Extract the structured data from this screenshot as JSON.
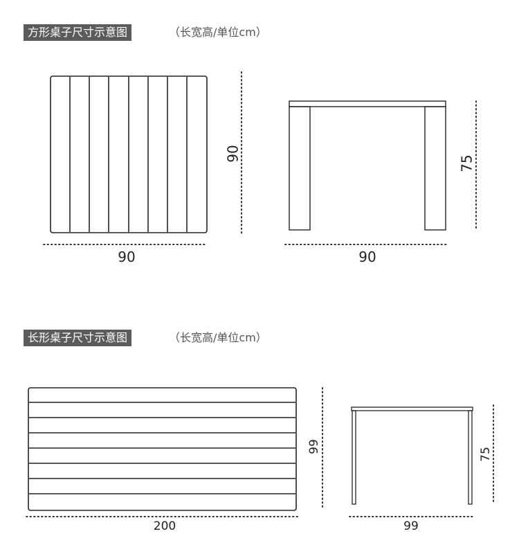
{
  "square_table": {
    "label": "方形桌子尺寸示意图",
    "units": "（长宽高/单位cm）",
    "top_view_depth": "90",
    "top_view_width": "90",
    "side_view_height": "75",
    "side_view_width": "90"
  },
  "rect_table": {
    "label": "长形桌子尺寸示意图",
    "units": "（长宽高/单位cm）",
    "top_view_depth": "99",
    "top_view_width": "200",
    "side_view_height": "75",
    "side_view_width": "99"
  },
  "colors": {
    "label_bg": "#5b5b5b",
    "line": "#222222",
    "dimension_dots": "#333333"
  }
}
